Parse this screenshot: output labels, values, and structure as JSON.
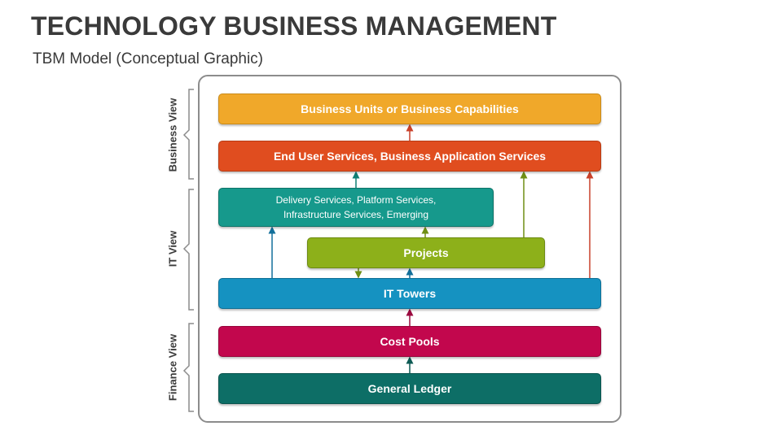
{
  "header": {
    "title": "TECHNOLOGY BUSINESS MANAGEMENT",
    "subtitle": "TBM Model (Conceptual Graphic)"
  },
  "views": {
    "business": "Business View",
    "it": "IT View",
    "finance": "Finance View"
  },
  "layers": {
    "units": "Business Units or Business Capabilities",
    "end_user": "End User Services, Business Application Services",
    "delivery_line1": "Delivery Services, Platform Services,",
    "delivery_line2": "Infrastructure Services, Emerging",
    "projects": "Projects",
    "towers": "IT Towers",
    "cost_pools": "Cost Pools",
    "ledger": "General Ledger"
  },
  "colors": {
    "units": "#f0a82a",
    "end_user": "#e04d1f",
    "delivery": "#16998c",
    "projects": "#8db01a",
    "towers": "#1592c1",
    "cost_pools": "#c2074d",
    "ledger": "#0d6e66"
  }
}
